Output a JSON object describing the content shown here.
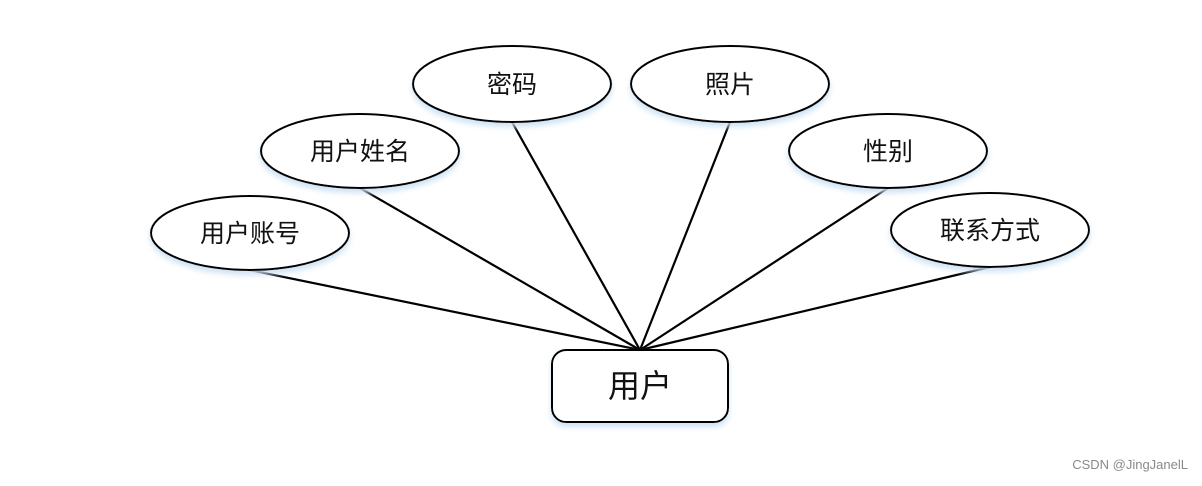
{
  "entity": {
    "label": "用户"
  },
  "attributes": [
    {
      "label": "用户账号"
    },
    {
      "label": "用户姓名"
    },
    {
      "label": "密码"
    },
    {
      "label": "照片"
    },
    {
      "label": "性别"
    },
    {
      "label": "联系方式"
    }
  ],
  "watermark": "CSDN @JingJanelL",
  "colors": {
    "stroke": "#000000",
    "fill": "#ffffff",
    "shadow": "#d6e6f5"
  }
}
